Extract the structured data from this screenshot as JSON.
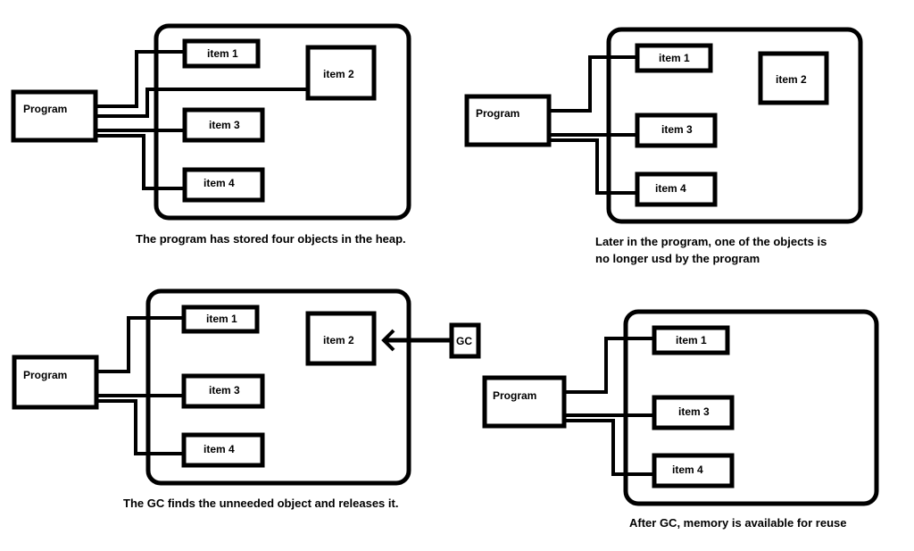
{
  "panels": [
    {
      "id": "p1",
      "program_label": "Program",
      "items": [
        "item 1",
        "item 2",
        "item 3",
        "item 4"
      ],
      "references": [
        "item 1",
        "item 2",
        "item 3",
        "item 4"
      ],
      "caption": [
        "The program has stored four objects in the heap."
      ]
    },
    {
      "id": "p2",
      "program_label": "Program",
      "items": [
        "item 1",
        "item 2",
        "item 3",
        "item 4"
      ],
      "references": [
        "item 1",
        "item 3",
        "item 4"
      ],
      "caption": [
        "Later in the program, one of the objects is",
        "no longer usd by the program"
      ]
    },
    {
      "id": "p3",
      "program_label": "Program",
      "items": [
        "item 1",
        "item 2",
        "item 3",
        "item 4"
      ],
      "references": [
        "item 1",
        "item 3",
        "item 4"
      ],
      "gc_label": "GC",
      "gc_target": "item 2",
      "caption": [
        "The GC finds the unneeded object and releases it."
      ]
    },
    {
      "id": "p4",
      "program_label": "Program",
      "items": [
        "item 1",
        "item 3",
        "item 4"
      ],
      "references": [
        "item 1",
        "item 3",
        "item 4"
      ],
      "caption": [
        "After GC, memory is available for reuse"
      ]
    }
  ]
}
